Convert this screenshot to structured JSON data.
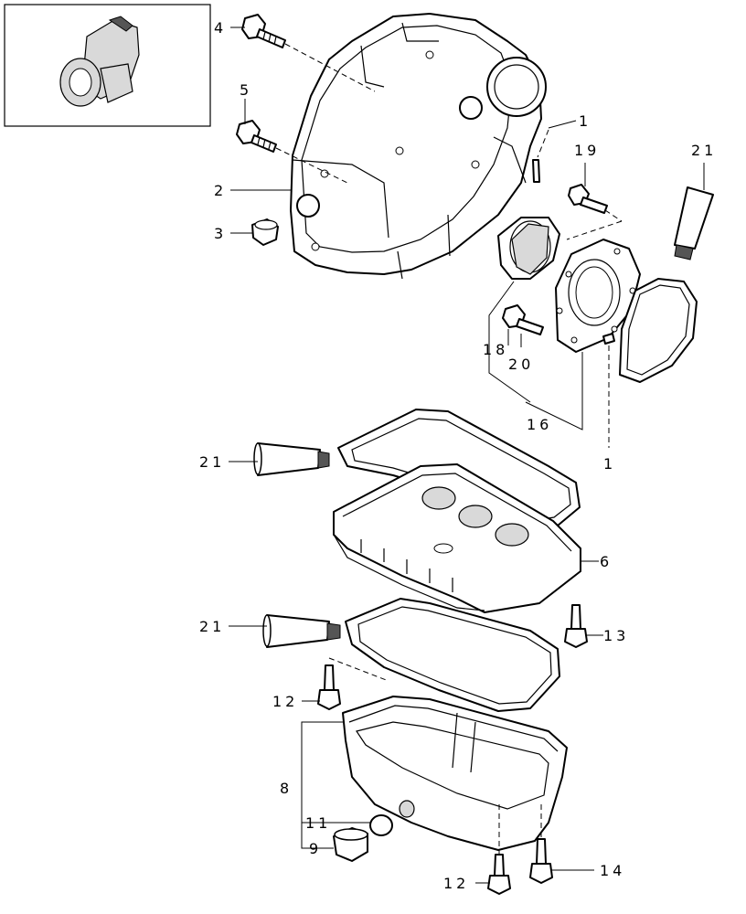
{
  "labels": [
    {
      "id": "4",
      "text": "4"
    },
    {
      "id": "5",
      "text": "5"
    },
    {
      "id": "2",
      "text": "2"
    },
    {
      "id": "3",
      "text": "3"
    },
    {
      "id": "1a",
      "text": "1"
    },
    {
      "id": "19",
      "text": "19"
    },
    {
      "id": "21a",
      "text": "21"
    },
    {
      "id": "18",
      "text": "18"
    },
    {
      "id": "20",
      "text": "20"
    },
    {
      "id": "16",
      "text": "16"
    },
    {
      "id": "1b",
      "text": "1"
    },
    {
      "id": "21b",
      "text": "21"
    },
    {
      "id": "6",
      "text": "6"
    },
    {
      "id": "21c",
      "text": "21"
    },
    {
      "id": "13",
      "text": "13"
    },
    {
      "id": "12a",
      "text": "12"
    },
    {
      "id": "8",
      "text": "8"
    },
    {
      "id": "11",
      "text": "11"
    },
    {
      "id": "9",
      "text": "9"
    },
    {
      "id": "12b",
      "text": "12"
    },
    {
      "id": "14",
      "text": "14"
    }
  ]
}
